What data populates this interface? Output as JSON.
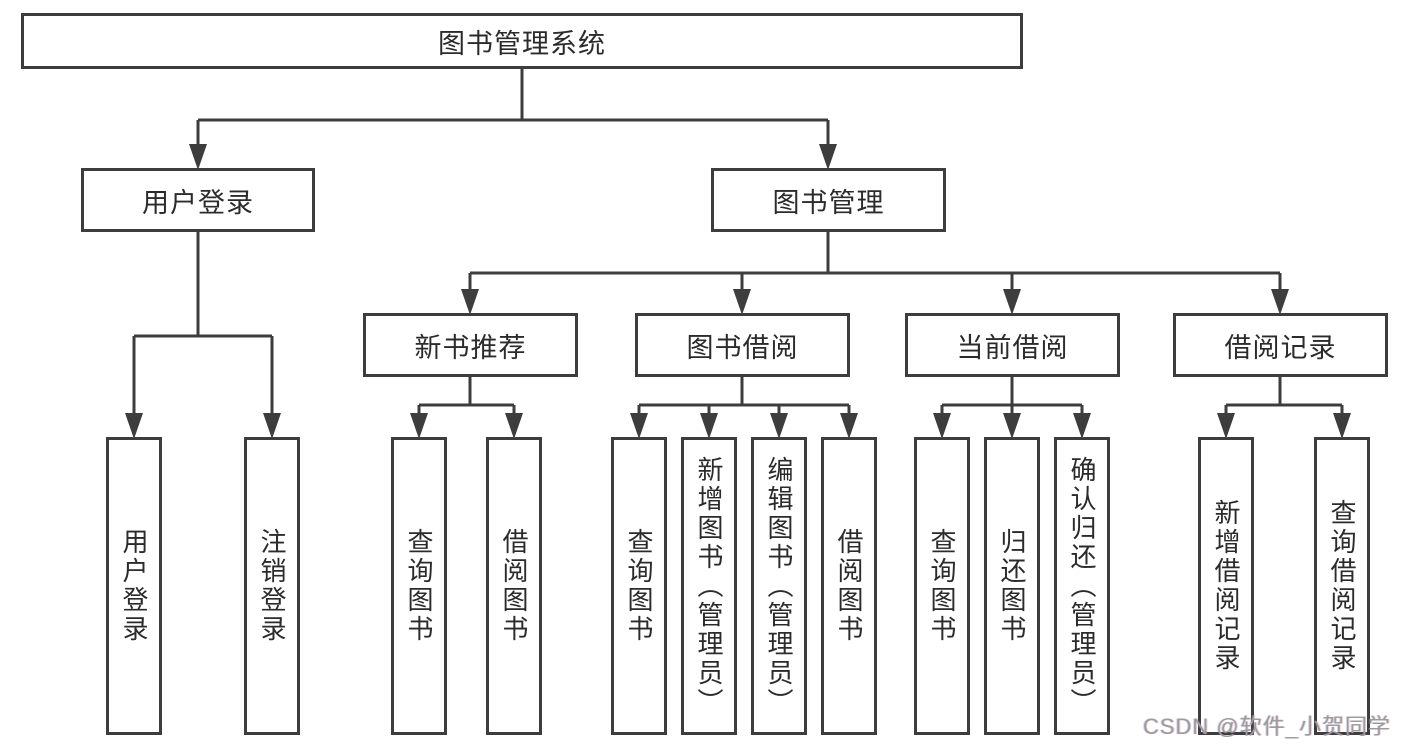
{
  "diagram": {
    "type": "hierarchy-tree",
    "tree": {
      "label": "图书管理系统",
      "children": [
        {
          "label": "用户登录",
          "children": [
            {
              "label": "用户登录"
            },
            {
              "label": "注销登录"
            }
          ]
        },
        {
          "label": "图书管理",
          "children": [
            {
              "label": "新书推荐",
              "children": [
                {
                  "label": "查询图书"
                },
                {
                  "label": "借阅图书"
                }
              ]
            },
            {
              "label": "图书借阅",
              "children": [
                {
                  "label": "查询图书"
                },
                {
                  "label": "新增图书（管理员）"
                },
                {
                  "label": "编辑图书（管理员）"
                },
                {
                  "label": "借阅图书"
                }
              ]
            },
            {
              "label": "当前借阅",
              "children": [
                {
                  "label": "查询图书"
                },
                {
                  "label": "归还图书"
                },
                {
                  "label": "确认归还（管理员）"
                }
              ]
            },
            {
              "label": "借阅记录",
              "children": [
                {
                  "label": "新增借阅记录"
                },
                {
                  "label": "查询借阅记录"
                }
              ]
            }
          ]
        }
      ]
    }
  },
  "watermark": {
    "text": "CSDN @软件_小贺同学"
  },
  "colors": {
    "line": "#3d3d3d",
    "box_border": "#3d3d3d",
    "text": "#2b2b2b",
    "watermark": "#9c9c9c",
    "background": "#ffffff"
  }
}
